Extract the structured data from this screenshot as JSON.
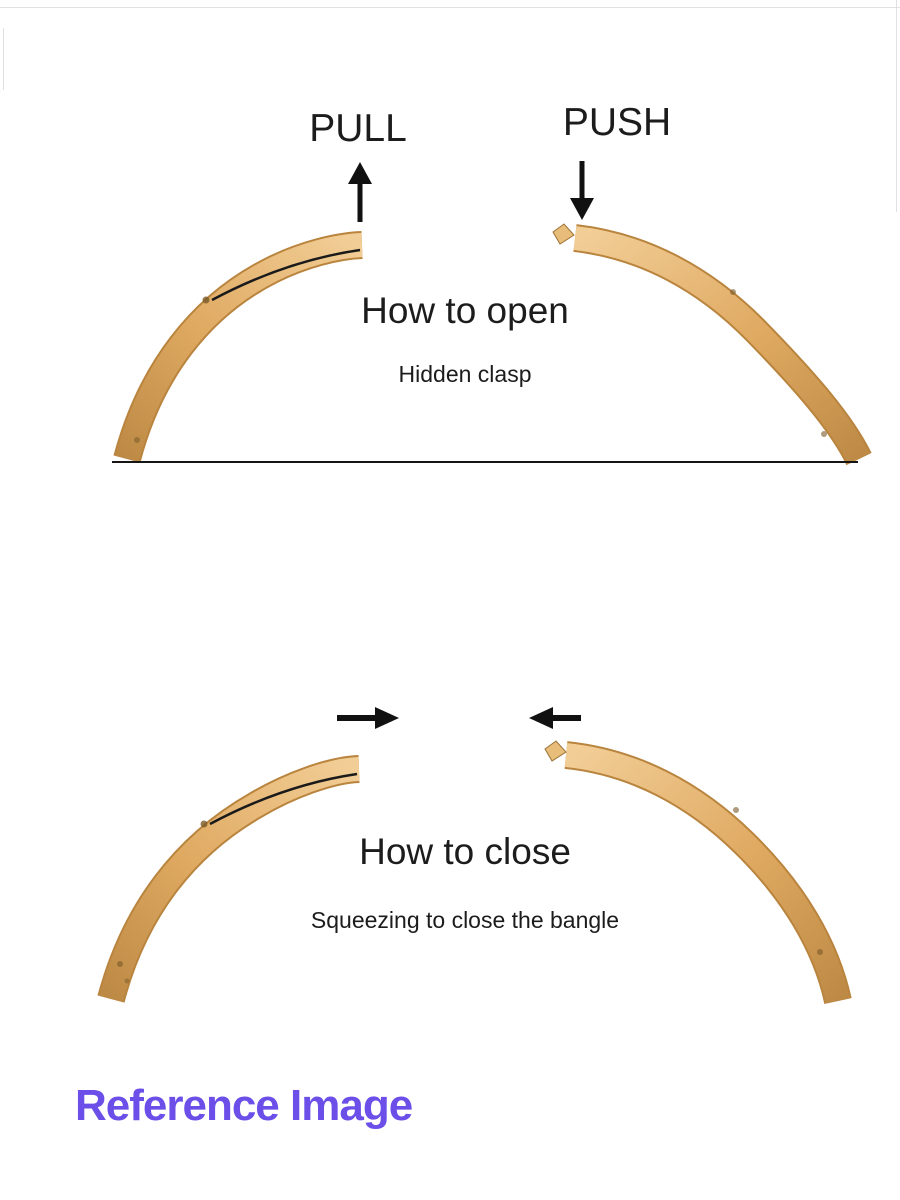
{
  "meta": {
    "background": "#ffffff",
    "description": "Bangle bracelet hidden clasp instruction diagram"
  },
  "open_section": {
    "pull_label": "PULL",
    "push_label": "PUSH",
    "title": "How to open",
    "subtitle": "Hidden clasp"
  },
  "close_section": {
    "title": "How to close",
    "subtitle": "Squeezing to close the bangle"
  },
  "footer": {
    "reference_label": "Reference Image"
  },
  "colors": {
    "text": "#1c1c1c",
    "arrow": "#111111",
    "divider": "#151515",
    "seam": "#1a1a1a",
    "reference_purple": "#6B4FE8",
    "gold_light": "#F2CE97",
    "gold_mid": "#DFA961",
    "gold_dark": "#BD8A45",
    "gold_rim": "#B9843E"
  },
  "icons": {
    "pull_arrow": "up-arrow-icon",
    "push_arrow": "down-arrow-icon",
    "squeeze_left": "right-arrow-icon",
    "squeeze_right": "left-arrow-icon"
  }
}
